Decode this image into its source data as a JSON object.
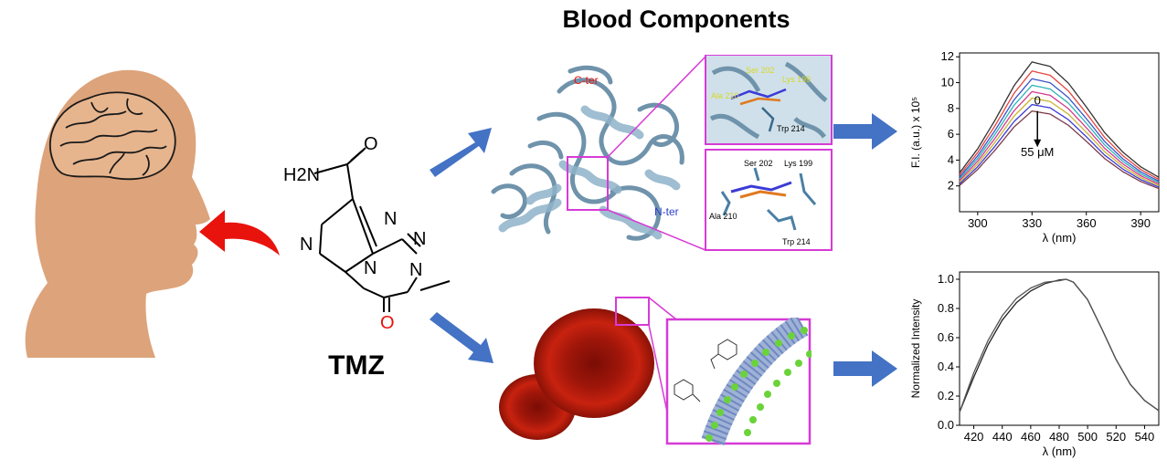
{
  "title": "Blood Components",
  "molecule": {
    "name": "TMZ",
    "amide_label": "H2N",
    "o_label": "O",
    "n_label": "N",
    "methyl_n_label": "N"
  },
  "protein": {
    "c_ter": "C-ter",
    "n_ter": "N-ter",
    "residues_top": [
      "Ser 202",
      "Lys 199",
      "Ala 210",
      "Trp 214"
    ],
    "residues_bottom": [
      "Ser 202",
      "Lys 199",
      "Ala 210",
      "Trp 214"
    ]
  },
  "colors": {
    "arrow_blue": "#4472c4",
    "arrow_red": "#e8130c",
    "head": "#dda37a",
    "protein": "#8fb3c9",
    "magenta": "#d63bd6",
    "rbc": "#b01a0b"
  },
  "chart_data": [
    {
      "type": "line",
      "xlabel": "λ (nm)",
      "ylabel": "F.I. (a.u.) x 10⁵",
      "xlim": [
        290,
        400
      ],
      "ylim": [
        0,
        12.3
      ],
      "xticks": [
        300,
        330,
        360,
        390
      ],
      "yticks": [
        2,
        4,
        6,
        8,
        10,
        12
      ],
      "annotation_top": "0",
      "annotation_bottom": "55 μM",
      "series": [
        {
          "peak": 11.6,
          "color": "#333333"
        },
        {
          "peak": 10.9,
          "color": "#e6443d"
        },
        {
          "peak": 10.3,
          "color": "#3a55c8"
        },
        {
          "peak": 9.8,
          "color": "#2ab3b8"
        },
        {
          "peak": 9.3,
          "color": "#d4398f"
        },
        {
          "peak": 8.8,
          "color": "#c8b534"
        },
        {
          "peak": 8.3,
          "color": "#3b3bd6"
        },
        {
          "peak": 7.8,
          "color": "#7a3b4a"
        }
      ],
      "x": [
        290,
        300,
        310,
        320,
        330,
        340,
        350,
        360,
        370,
        380,
        390,
        400
      ],
      "shape": [
        0.26,
        0.42,
        0.62,
        0.84,
        1.0,
        0.97,
        0.86,
        0.7,
        0.53,
        0.4,
        0.3,
        0.23
      ]
    },
    {
      "type": "line",
      "xlabel": "λ (nm)",
      "ylabel": "Normalized Intensity",
      "xlim": [
        410,
        550
      ],
      "ylim": [
        0,
        1.05
      ],
      "xticks": [
        420,
        440,
        460,
        480,
        500,
        520,
        540
      ],
      "yticks": [
        0.0,
        0.2,
        0.4,
        0.6,
        0.8,
        1.0
      ],
      "x": [
        410,
        420,
        430,
        440,
        450,
        460,
        470,
        480,
        485,
        490,
        500,
        510,
        520,
        530,
        540,
        550
      ],
      "series": [
        {
          "values": [
            0.09,
            0.33,
            0.55,
            0.72,
            0.84,
            0.92,
            0.97,
            0.995,
            1.0,
            0.98,
            0.86,
            0.66,
            0.45,
            0.28,
            0.17,
            0.1
          ],
          "color": "#222222"
        },
        {
          "values": [
            0.09,
            0.36,
            0.58,
            0.75,
            0.87,
            0.94,
            0.98,
            0.99,
            1.0,
            0.98,
            0.86,
            0.66,
            0.45,
            0.28,
            0.17,
            0.1
          ],
          "color": "#555555"
        }
      ]
    }
  ]
}
